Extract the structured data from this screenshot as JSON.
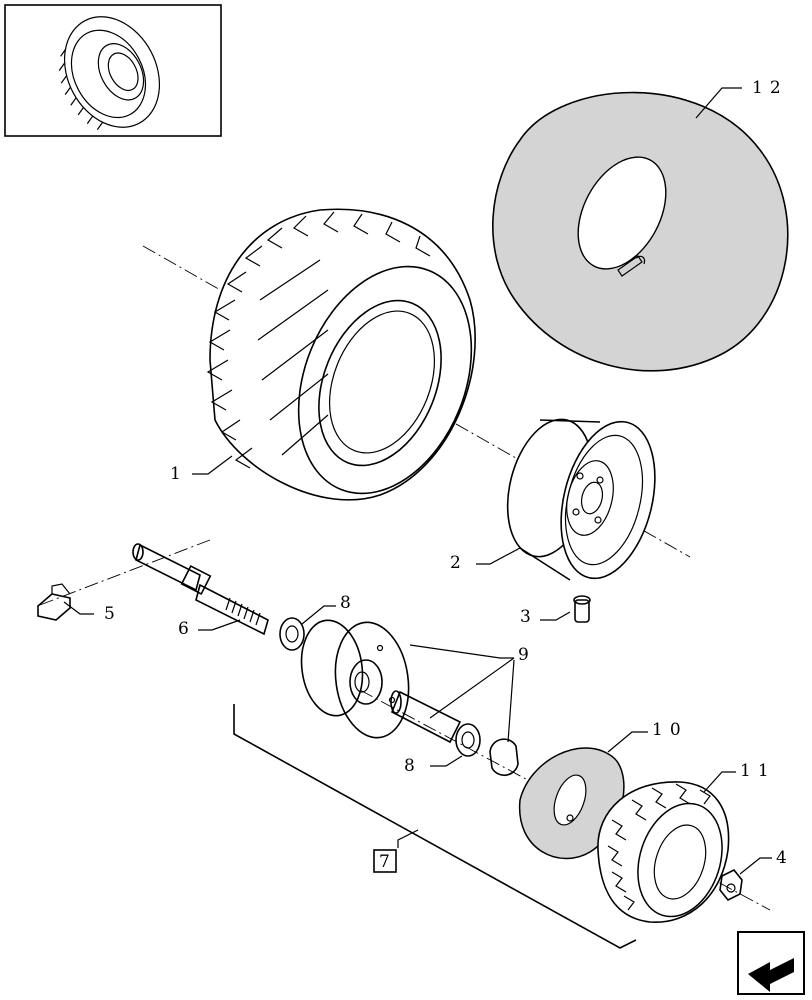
{
  "callouts": [
    {
      "id": "c1",
      "text": "1"
    },
    {
      "id": "c2",
      "text": "2"
    },
    {
      "id": "c3",
      "text": "3"
    },
    {
      "id": "c4",
      "text": "4"
    },
    {
      "id": "c5",
      "text": "5"
    },
    {
      "id": "c6",
      "text": "6"
    },
    {
      "id": "c7",
      "text": "7"
    },
    {
      "id": "c8a",
      "text": "8"
    },
    {
      "id": "c8b",
      "text": "8"
    },
    {
      "id": "c9",
      "text": "9"
    },
    {
      "id": "c10",
      "text": "10"
    },
    {
      "id": "c11",
      "text": "11"
    },
    {
      "id": "c12",
      "text": "12"
    }
  ],
  "colors": {
    "inner_tube": "#d4d4d4",
    "line": "#000000",
    "background": "#ffffff"
  },
  "icons": {
    "thumbnail": "tire-thumbnail-icon",
    "navigation": "next-page-arrow-icon"
  }
}
